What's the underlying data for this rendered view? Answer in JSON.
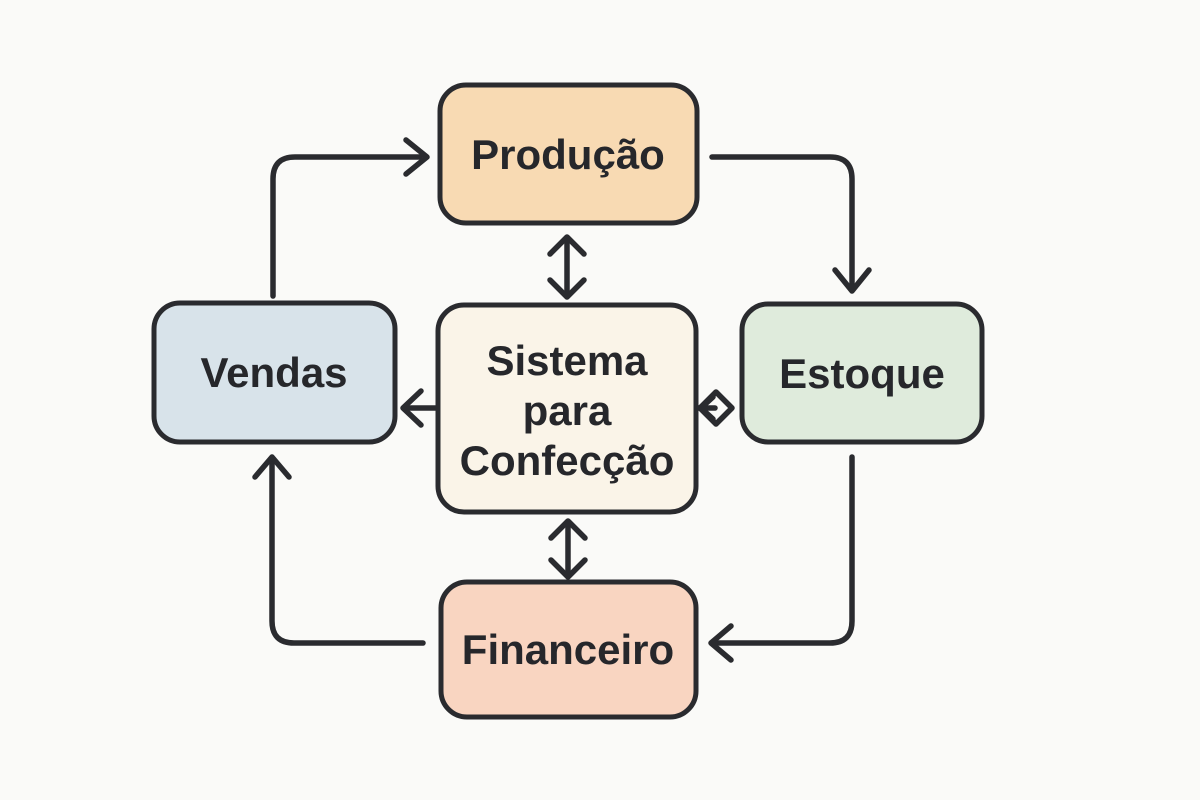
{
  "diagram": {
    "background_color": "#fafaf8",
    "line_color": "#2a2b2f",
    "text_color": "#26272b",
    "nodes": [
      {
        "id": "producao",
        "label": "Produção",
        "fill": "#f8dab3",
        "position": "top"
      },
      {
        "id": "vendas",
        "label": "Vendas",
        "fill": "#d8e3ea",
        "position": "left"
      },
      {
        "id": "sistema",
        "label": "Sistema para Confecção",
        "lines": [
          "Sistema",
          "para",
          "Confecção"
        ],
        "fill": "#faf4e8",
        "position": "center"
      },
      {
        "id": "estoque",
        "label": "Estoque",
        "fill": "#dfebdc",
        "position": "right"
      },
      {
        "id": "financeiro",
        "label": "Financeiro",
        "fill": "#f9d5c1",
        "position": "bottom"
      }
    ],
    "edges": [
      {
        "from": "vendas",
        "to": "producao",
        "type": "arrow"
      },
      {
        "from": "producao",
        "to": "estoque",
        "type": "arrow"
      },
      {
        "from": "estoque",
        "to": "financeiro",
        "type": "arrow"
      },
      {
        "from": "financeiro",
        "to": "vendas",
        "type": "arrow"
      },
      {
        "from": "sistema",
        "to": "producao",
        "type": "double-arrow"
      },
      {
        "from": "sistema",
        "to": "financeiro",
        "type": "double-arrow"
      },
      {
        "from": "sistema",
        "to": "vendas",
        "type": "arrow"
      },
      {
        "from": "sistema",
        "to": "estoque",
        "type": "double-arrow-diamond"
      }
    ]
  }
}
